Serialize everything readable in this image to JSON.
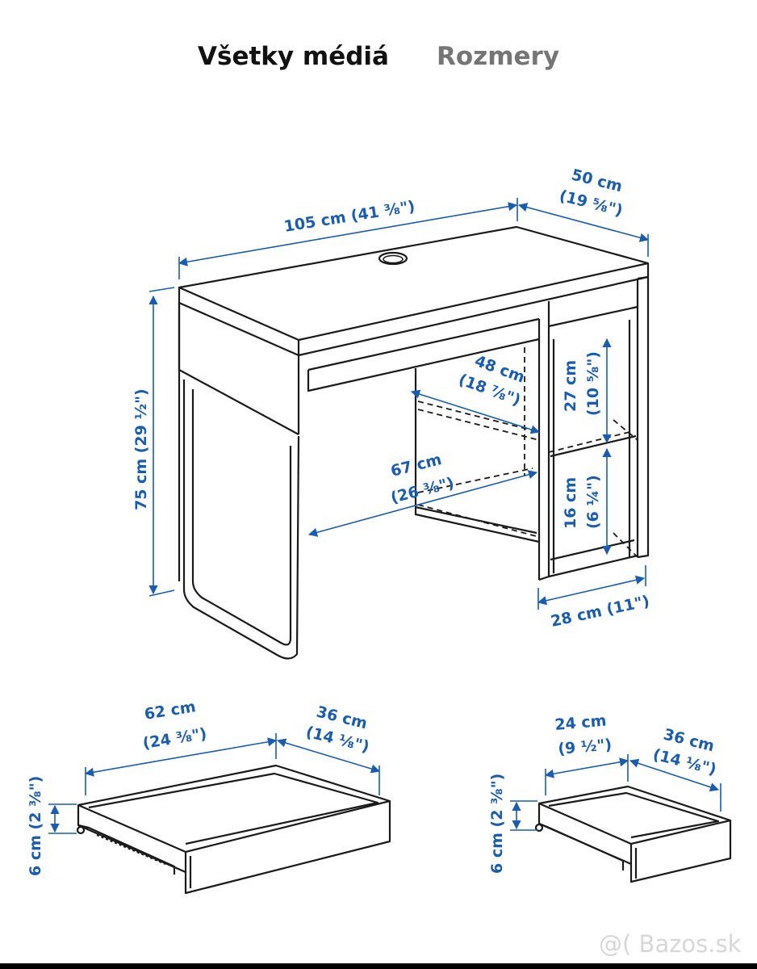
{
  "tabs": {
    "all_media": "Všetky médiá",
    "dimensions": "Rozmery"
  },
  "desk": {
    "width": "105 cm (41 ⅜\")",
    "depth_cm": "50 cm",
    "depth_in": "(19 ⅝\")",
    "height": "75 cm (29 ½\")",
    "leg_space_depth_cm": "48 cm",
    "leg_space_depth_in": "(18 ⅞\")",
    "leg_space_width_cm": "67 cm",
    "leg_space_width_in": "(26 ⅜\")",
    "upper_shelf_cm": "27 cm",
    "upper_shelf_in": "(10 ⅝\")",
    "lower_shelf_cm": "16 cm",
    "lower_shelf_in": "(6 ¼\")",
    "cabinet_width": "28 cm (11\")"
  },
  "drawer_large": {
    "width_cm": "62 cm",
    "width_in": "(24 ⅜\")",
    "depth_cm": "36 cm",
    "depth_in": "(14 ⅛\")",
    "height": "6 cm (2 ⅜\")"
  },
  "drawer_small": {
    "width_cm": "24 cm",
    "width_in": "(9 ½\")",
    "depth_cm": "36 cm",
    "depth_in": "(14 ⅛\")",
    "height": "6 cm (2 ⅜\")"
  },
  "watermark": "Bazos.sk",
  "colors": {
    "dimension_blue": "#1a5cad",
    "line": "#1a1a1a",
    "tab_active": "#111111",
    "tab_inactive": "#757575"
  }
}
